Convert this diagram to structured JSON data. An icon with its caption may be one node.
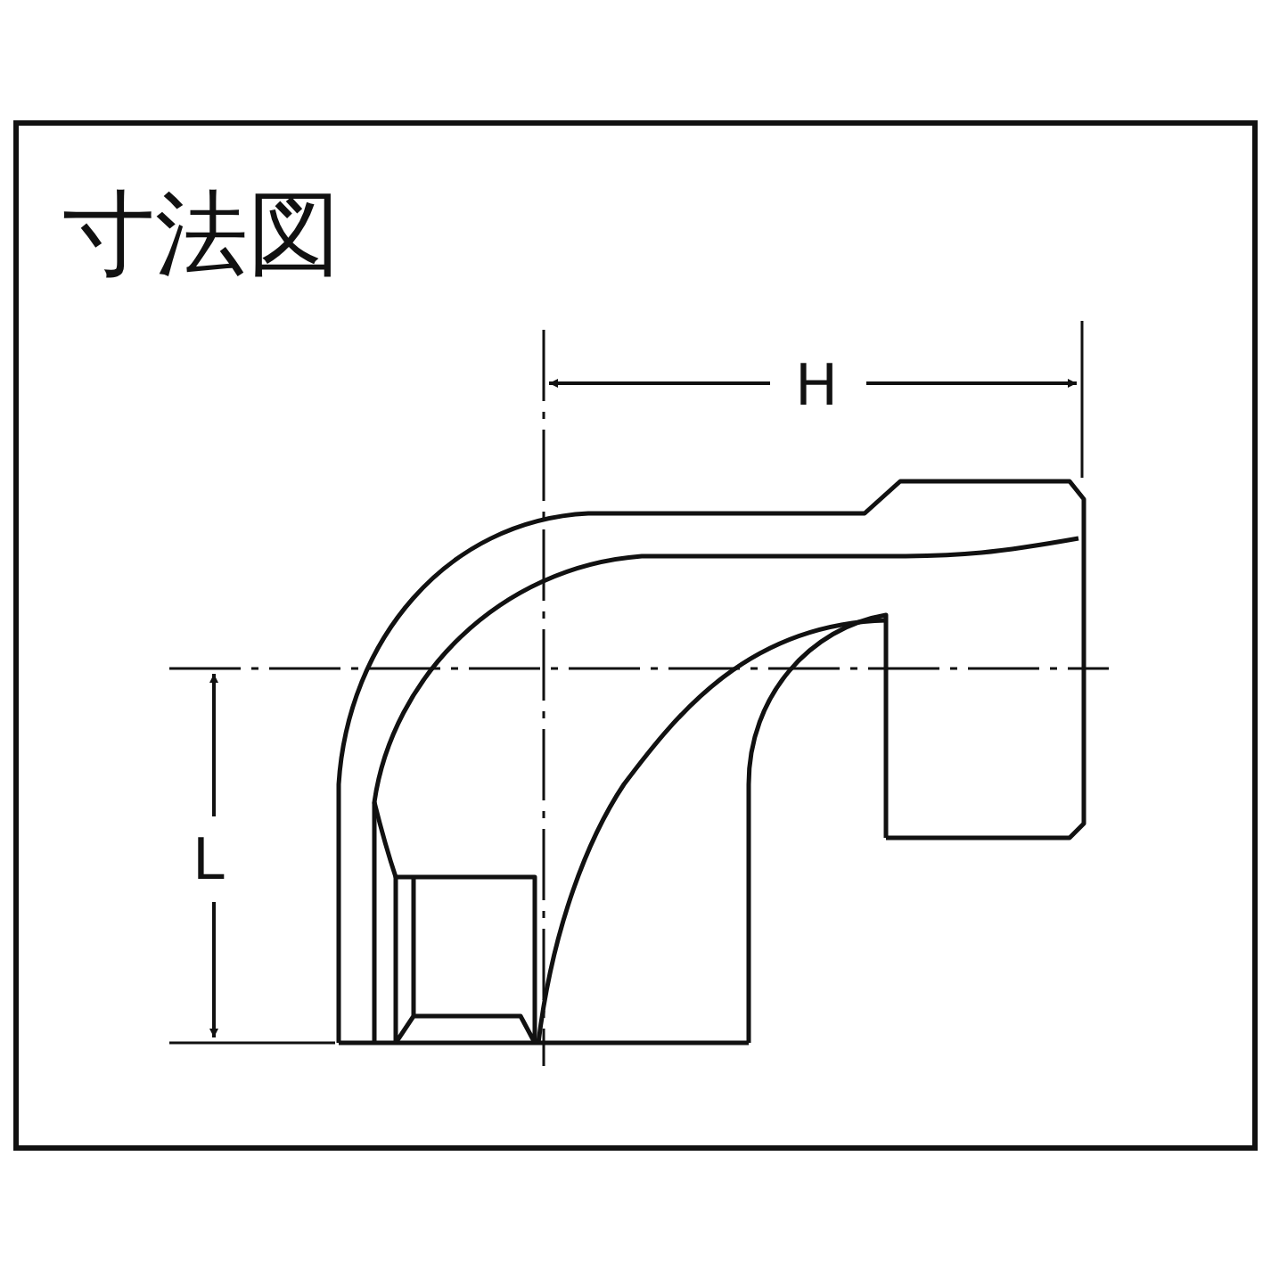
{
  "diagram": {
    "title": "寸法図",
    "labels": [
      "H",
      "L"
    ]
  }
}
